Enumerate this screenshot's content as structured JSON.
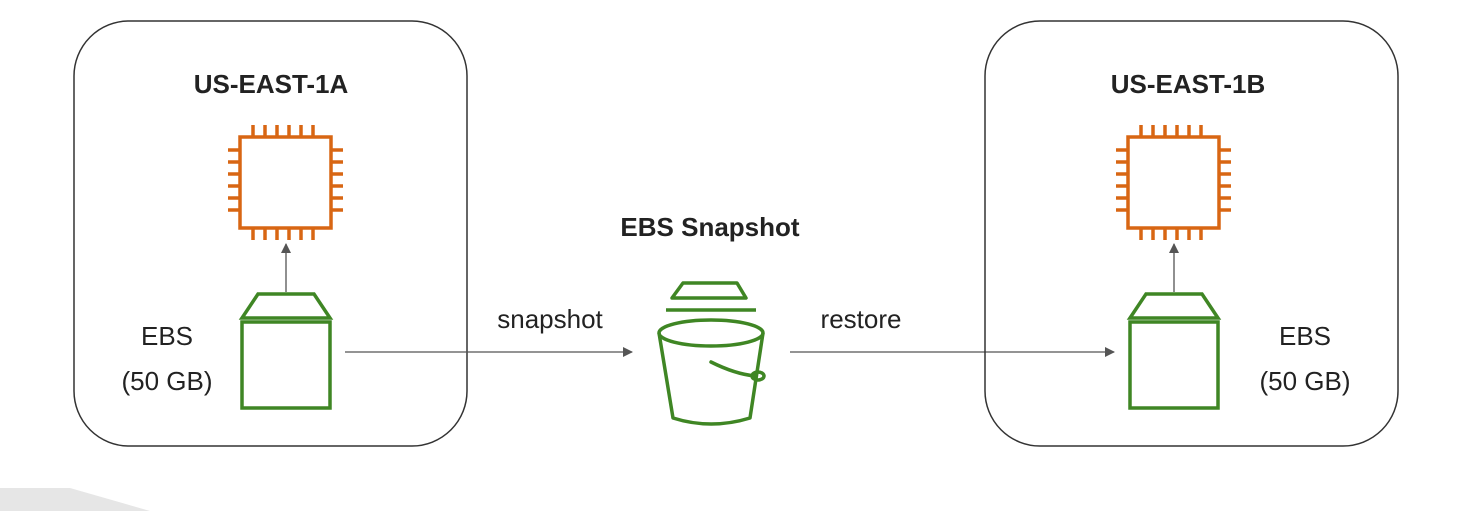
{
  "diagram": {
    "left_zone": {
      "title": "US-EAST-1A",
      "volume_label_line1": "EBS",
      "volume_label_line2": "(50 GB)"
    },
    "right_zone": {
      "title": "US-EAST-1B",
      "volume_label_line1": "EBS",
      "volume_label_line2": "(50 GB)"
    },
    "snapshot": {
      "title": "EBS Snapshot"
    },
    "arrows": {
      "left_to_snapshot": "snapshot",
      "snapshot_to_right": "restore"
    }
  },
  "colors": {
    "ec2_instance": "#D86613",
    "ebs_volume": "#3F8624",
    "zone_border": "#333333",
    "arrow": "#555555"
  }
}
